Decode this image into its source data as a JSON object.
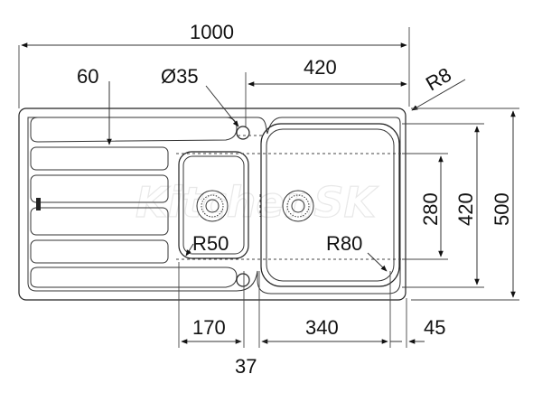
{
  "dimensions": {
    "overall_length": "1000",
    "drainer_offset": "60",
    "tap_hole": "Ø35",
    "main_bowl_width": "420",
    "corner_radius": "R8",
    "main_bowl_depth_inner": "280",
    "main_bowl_depth": "420",
    "overall_depth": "500",
    "small_bowl_radius": "R50",
    "main_bowl_radius": "R80",
    "small_bowl_width": "170",
    "main_bowl_inner_width": "340",
    "right_margin": "45",
    "bowl_gap": "37"
  },
  "watermark": "KitchenSK"
}
